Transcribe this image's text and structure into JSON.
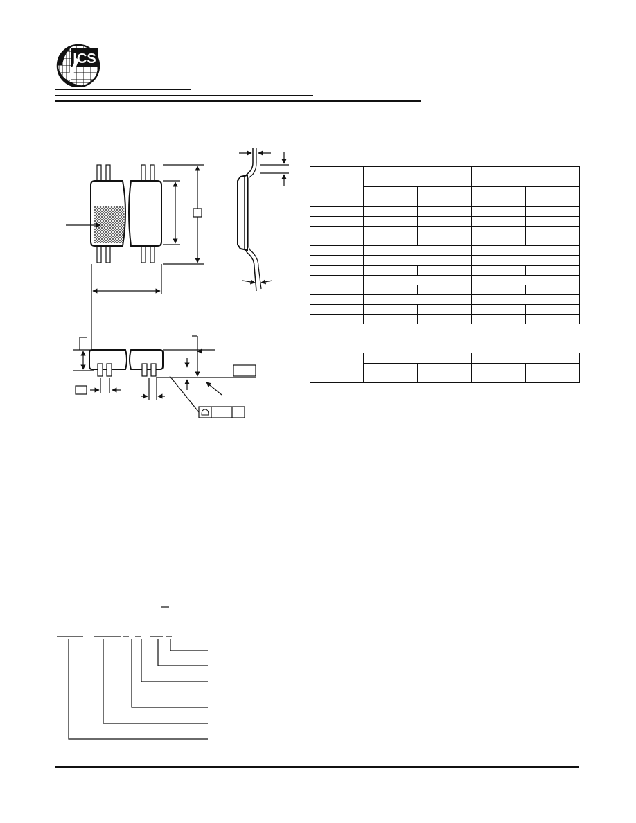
{
  "header": {
    "logo_text": "ICS"
  },
  "dimension_table": {
    "row_count": 13,
    "column_groups": 2
  },
  "small_table": {
    "row_count": 1,
    "column_groups": 2
  },
  "ordering_diagram": {
    "field_count": 6,
    "overbar_label": ""
  }
}
